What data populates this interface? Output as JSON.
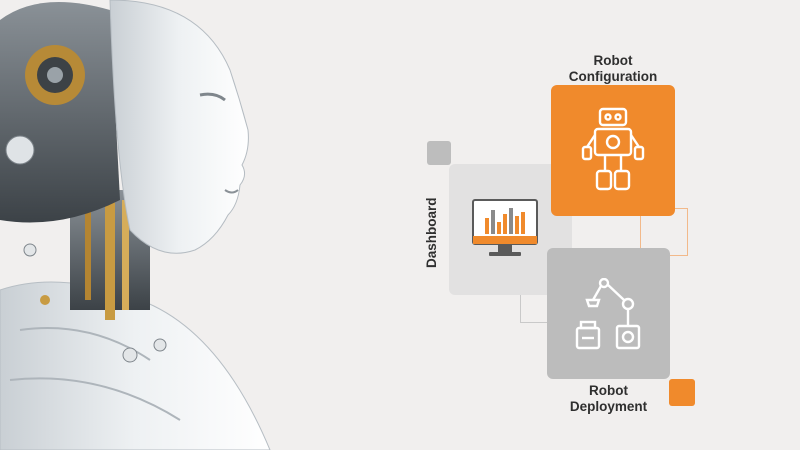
{
  "labels": {
    "configuration": "Robot\nConfiguration",
    "dashboard": "Dashboard",
    "deployment": "Robot\nDeployment"
  },
  "colors": {
    "accent": "#f08a2c",
    "gray_card": "#bcbcbc",
    "light_card": "#e2e1e1",
    "background": "#f1efee"
  },
  "icons": {
    "configuration": "robot-figure-icon",
    "dashboard": "monitor-bar-chart-icon",
    "deployment": "robotic-arm-icon",
    "hero": "humanoid-robot-head-illustration"
  }
}
